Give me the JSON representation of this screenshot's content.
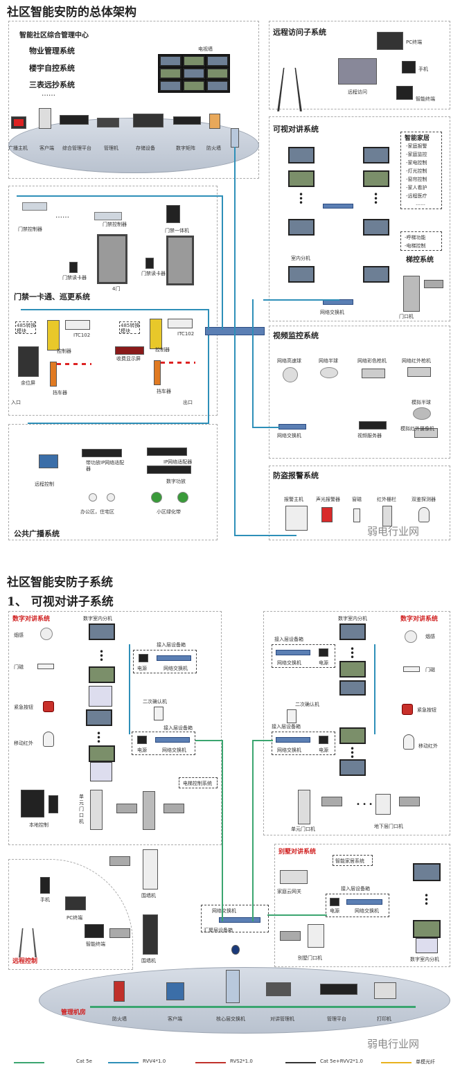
{
  "titles": {
    "overall": "社区智能安防的总体架构",
    "subsystems": "社区智能安防子系统",
    "intercom_heading": "1、 可视对讲子系统"
  },
  "mgmt_center": {
    "title": "智能社区综合管理中心",
    "systems": [
      "物业管理系统",
      "楼宇自控系统",
      "三表远抄系统",
      "……"
    ],
    "tv_wall": "电视墙",
    "devices": [
      "广播主机",
      "客户端",
      "综合管理平台",
      "管理机",
      "存储设备",
      "数字矩阵",
      "防火墙"
    ]
  },
  "remote_access": {
    "title": "远程访问子系统",
    "pc": "PC终端",
    "phone": "手机",
    "visit": "远程访问",
    "smart": "智能终端"
  },
  "intercom": {
    "title": "可视对讲系统",
    "smart_home_title": "智能家居",
    "smart_home_items": [
      "-家庭报警",
      "-家庭监控",
      "-家电控制",
      "-灯光控制",
      "-窗帘控制",
      "-家人看护",
      "-远程医疗",
      "……"
    ],
    "elevator_items": [
      "-呼梯功能",
      "-电梯控制"
    ],
    "elevator_title": "梯控系统",
    "indoor": "室内分机",
    "switch": "网络交换机",
    "door_station": "门口机"
  },
  "access": {
    "controller1": "门禁控制器",
    "dots": "……",
    "controller2": "门禁控制器",
    "all_in_one": "门禁一体机",
    "reader1": "门禁读卡器",
    "door": "4门",
    "reader2": "门禁读卡器",
    "title": "门禁一卡通、巡更系统"
  },
  "parking": {
    "conv1": "485转换模块",
    "conv2": "485转换模块",
    "itc1": "ITC102",
    "itc2": "ITC102",
    "ctrl1": "控制器",
    "ctrl2": "控制器",
    "fee_display": "收费显示屏",
    "remaining": "余位屏",
    "gate1": "挡车器",
    "gate2": "挡车器",
    "entrance": "入口",
    "exit": "出口"
  },
  "video": {
    "title": "视频监控系统",
    "cams": [
      "网络高速球",
      "网络半球",
      "网络彩色枪机",
      "网络红外枪机"
    ],
    "switch": "网络交换机",
    "server": "视频服务器",
    "analog_dome": "模拟半球",
    "analog_ir": "模拟红外摄像机"
  },
  "broadcast": {
    "remote": "远程控制",
    "amp_adapter": "带功放IP网络适配器",
    "ip_adapter": "IP网络适配器",
    "digital_amp": "数字功放",
    "office": "办公区，住宅区",
    "green": "小区绿化带",
    "title": "公共广播系统"
  },
  "alarm": {
    "title": "防盗报警系统",
    "devices": [
      "报警主机",
      "声光报警器",
      "窗磁",
      "红外栅栏",
      "双鉴探测器"
    ]
  },
  "watermark": "弱电行业网",
  "digital_left": {
    "title": "数字对讲系统",
    "indoor": "数字室内分机",
    "sensors": [
      "烟感",
      "门磁",
      "紧急按钮",
      "移动红外"
    ],
    "access_box": "接入层设备箱",
    "power": "电源",
    "switch": "网络交换机",
    "confirm": "二次确认机",
    "elevator": "电梯控制系统",
    "unit_door": "单元门口机",
    "local": "本地控制"
  },
  "digital_right": {
    "title": "数字对讲系统",
    "indoor": "数字室内分机",
    "access_box": "接入层设备箱",
    "switch": "网络交换机",
    "power": "电源",
    "sensors": [
      "烟感",
      "门磁",
      "紧急按钮",
      "移动红外"
    ],
    "confirm": "二次确认机",
    "unit_door": "单元门口机",
    "basement": "地下层门口机"
  },
  "villa": {
    "title": "别墅对讲系统",
    "smart_home": "智能家居系统",
    "gateway": "家庭云网关",
    "access_box": "接入层设备箱",
    "power": "电源",
    "switch": "网络交换机",
    "villa_door": "别墅门口机",
    "indoor": "数字室内分机"
  },
  "wall_units": [
    "围墙机",
    "围墙机"
  ],
  "aggregation": {
    "switch": "网络交换机",
    "box": "汇聚层设备箱"
  },
  "remote_ctrl": {
    "phone": "手机",
    "pc": "PC终端",
    "smart": "智能终端",
    "title": "远程控制"
  },
  "machine_room": {
    "title": "管理机房",
    "devices": [
      "防火墙",
      "客户端",
      "核心层交换机",
      "对讲管理机",
      "管理平台",
      "打印机"
    ]
  },
  "legend": [
    {
      "label": "Cat 5e",
      "color": "#3aa56f"
    },
    {
      "label": "RVV4*1.0",
      "color": "#2d8fb8"
    },
    {
      "label": "RVS2*1.0",
      "color": "#c0302a"
    },
    {
      "label": "Cat 5e+RVV2*1.0",
      "color": "#333333"
    },
    {
      "label": "单模光纤",
      "color": "#e8b21c"
    }
  ]
}
